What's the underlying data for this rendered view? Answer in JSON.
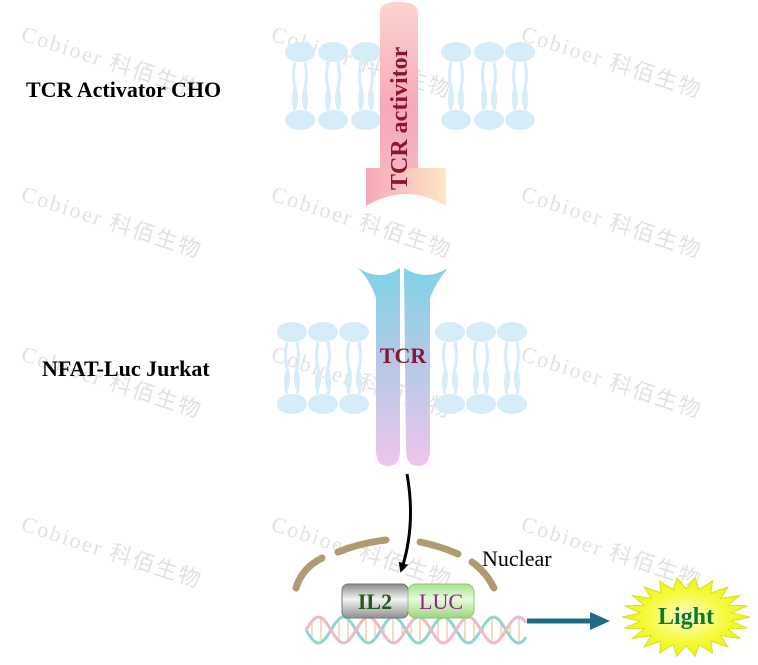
{
  "labels": {
    "cho_cell": "TCR Activator CHO",
    "jurkat_cell": "NFAT-Luc Jurkat",
    "tcr_activator": "TCR activitor",
    "tcr": "TCR",
    "nuclear": "Nuclear",
    "il2": "IL2",
    "luc": "LUC",
    "light": "Light"
  },
  "watermark": "Cobioer 科佰生物",
  "colors": {
    "label_text": "#000000",
    "receptor_text": "#8b1538",
    "activator_fill": "#f7b6be",
    "tcr_top": "#7fd3e6",
    "tcr_bottom": "#ecc6ec",
    "membrane": "#cfe9f7",
    "nuclear_envelope": "#a8926a",
    "il2_text": "#1e5a1e",
    "luc_text": "#9a1d8e",
    "luc_fill": "#c4efb0",
    "light_fill": "#f2f820",
    "light_text": "#0d7a2a",
    "arrow": "#1d6b84"
  }
}
